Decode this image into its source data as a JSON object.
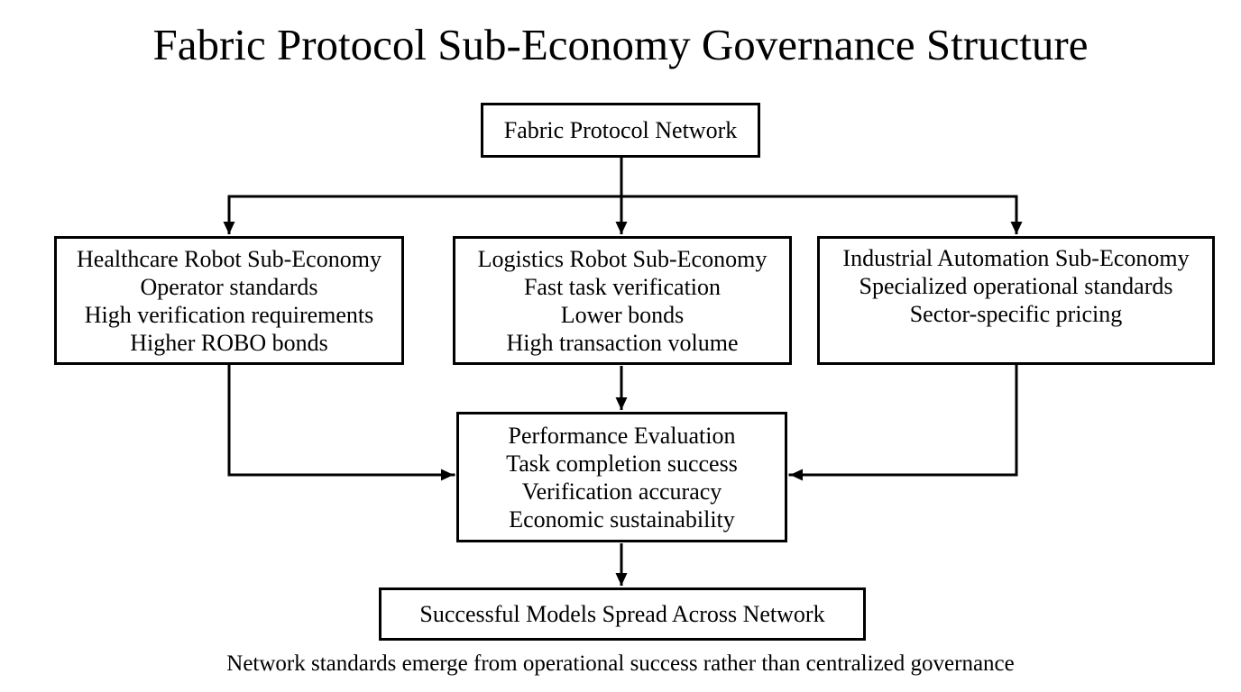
{
  "title": "Fabric Protocol Sub-Economy Governance Structure",
  "caption": "Network standards emerge from operational success rather than centralized governance",
  "nodes": {
    "root": {
      "label": "Fabric Protocol Network"
    },
    "healthcare": {
      "lines": [
        "Healthcare Robot Sub-Economy",
        "Operator standards",
        "High verification requirements",
        "Higher ROBO bonds"
      ]
    },
    "logistics": {
      "lines": [
        "Logistics Robot Sub-Economy",
        "Fast task verification",
        "Lower bonds",
        "High transaction volume"
      ]
    },
    "industrial": {
      "lines": [
        "Industrial Automation Sub-Economy",
        "Specialized operational standards",
        "Sector-specific pricing"
      ]
    },
    "performance": {
      "lines": [
        "Performance Evaluation",
        "Task completion success",
        "Verification accuracy",
        "Economic sustainability"
      ]
    },
    "outcome": {
      "label": "Successful Models Spread Across Network"
    }
  },
  "edges": [
    {
      "from": "root",
      "to": "healthcare"
    },
    {
      "from": "root",
      "to": "logistics"
    },
    {
      "from": "root",
      "to": "industrial"
    },
    {
      "from": "healthcare",
      "to": "performance"
    },
    {
      "from": "logistics",
      "to": "performance"
    },
    {
      "from": "industrial",
      "to": "performance"
    },
    {
      "from": "performance",
      "to": "outcome"
    }
  ],
  "colors": {
    "background": "#ffffff",
    "line": "#000000",
    "text": "#000000"
  }
}
